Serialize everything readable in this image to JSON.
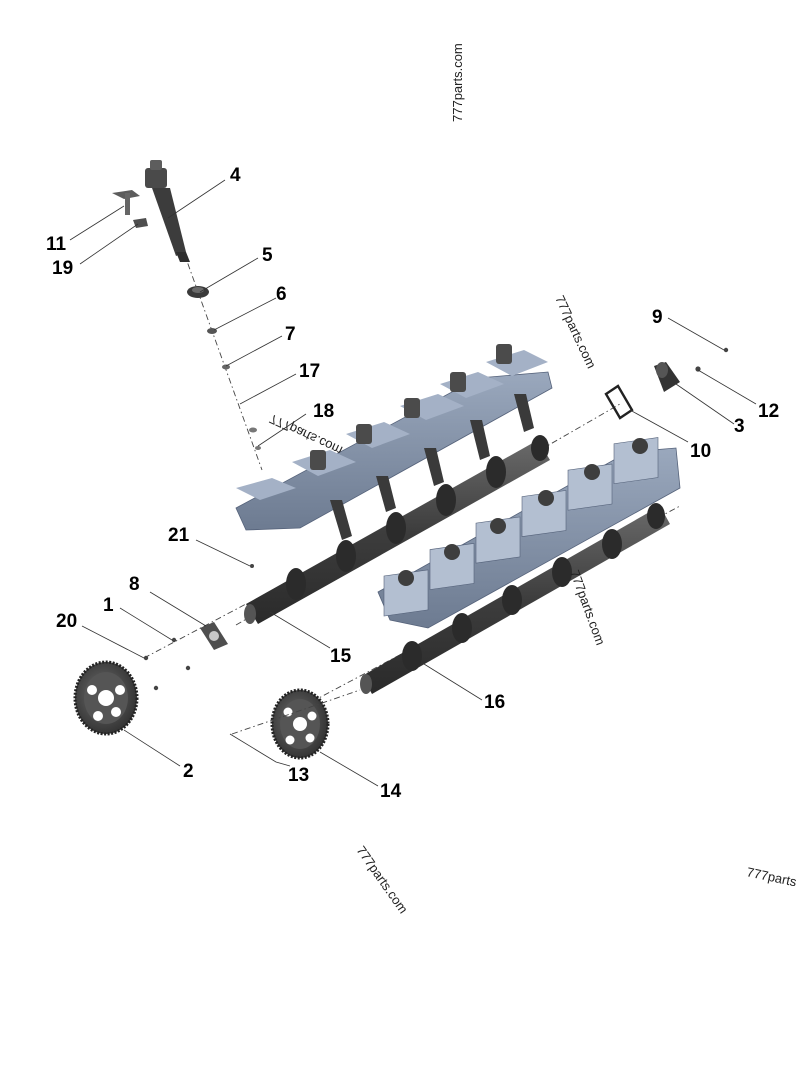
{
  "callouts": [
    "4",
    "11",
    "19",
    "5",
    "6",
    "7",
    "17",
    "18",
    "9",
    "12",
    "3",
    "10",
    "21",
    "8",
    "1",
    "20",
    "15",
    "16",
    "2",
    "13",
    "14"
  ],
  "watermarks": [
    "777parts.com",
    "777parts.com",
    "777parts.com",
    "777parts.com",
    "777parts"
  ],
  "colors": {
    "housing": "#8a98ae",
    "metal": "#555555",
    "gear": "#4a4a4a",
    "leader": "#333333"
  }
}
